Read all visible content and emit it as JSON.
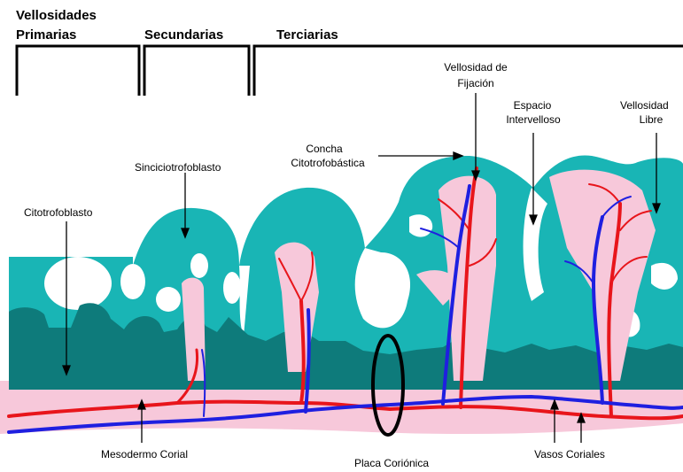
{
  "headers": {
    "primarias_line1": "Vellosidades",
    "primarias_line2": "Primarias",
    "secundarias": "Secundarias",
    "terciarias": "Terciarias"
  },
  "labels": {
    "citotrofoblasto": "Citotrofoblasto",
    "sinciciotrofoblasto": "Sinciciotrofoblasto",
    "concha_line1": "Concha",
    "concha_line2": "Citotrofobástica",
    "fijacion_line1": "Vellosidad de",
    "fijacion_line2": "Fijación",
    "espacio_line1": "Espacio",
    "espacio_line2": "Intervelloso",
    "libre_line1": "Vellosidad",
    "libre_line2": "Libre",
    "mesodermo": "Mesodermo Corial",
    "placa": "Placa Coriónica",
    "vasos": "Vasos Coriales"
  },
  "colors": {
    "sinciciotrofoblasto": "#19B5B5",
    "citotrofoblasto": "#0E7B7B",
    "mesodermo": "#F7C8DA",
    "artery": "#E8151B",
    "vein": "#1F1FE0"
  }
}
